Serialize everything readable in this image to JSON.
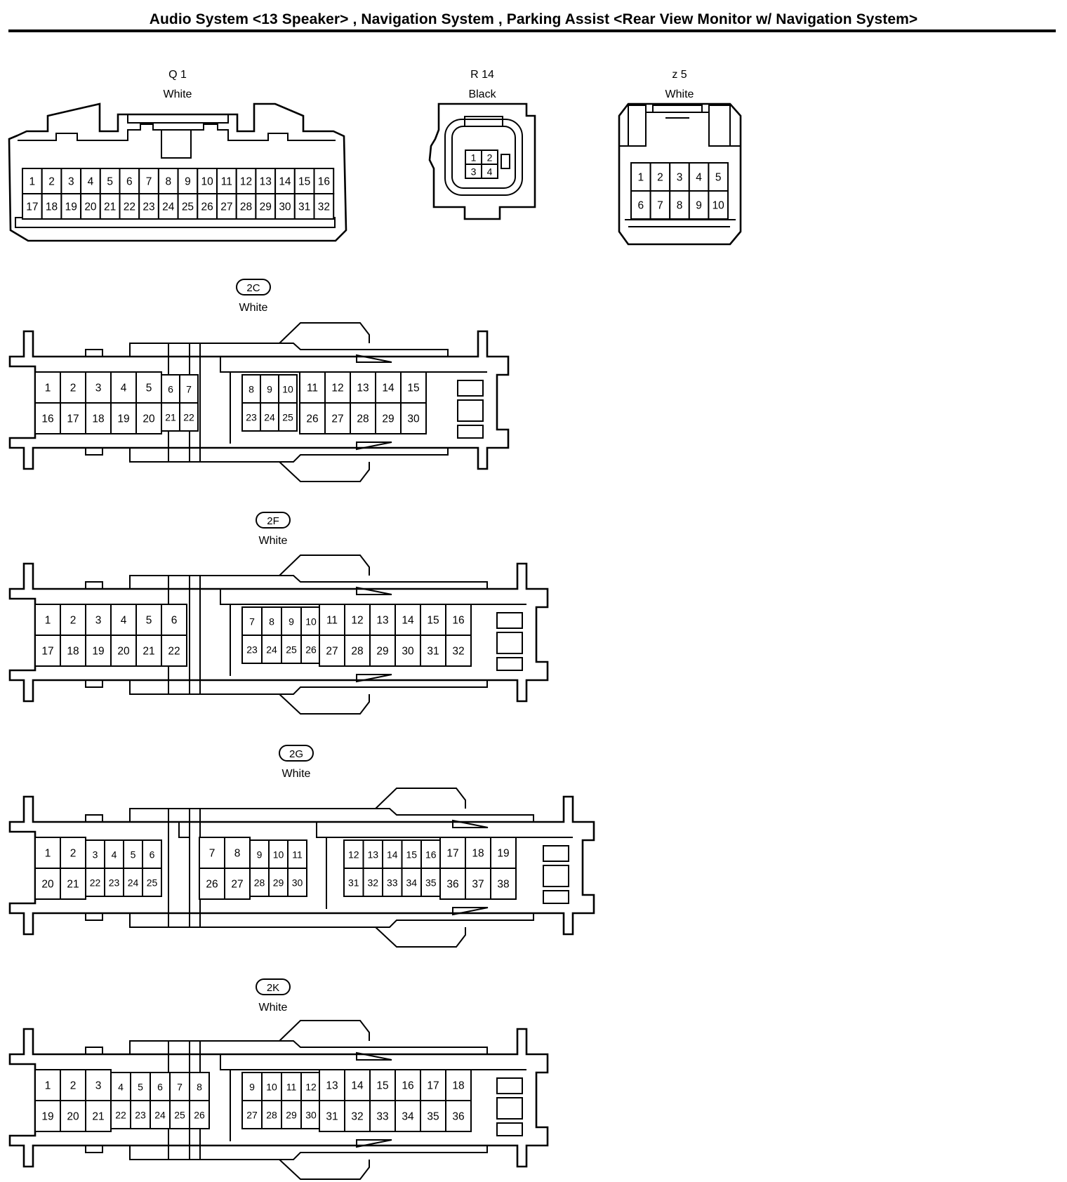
{
  "title": "Audio System <13 Speaker> , Navigation System , Parking Assist <Rear View Monitor w/ Navigation System>",
  "connectors": {
    "q1": {
      "code": "Q 1",
      "color": "White"
    },
    "r14": {
      "code": "R 14",
      "color": "Black"
    },
    "z5": {
      "code": "z 5",
      "color": "White"
    },
    "c2c": {
      "code": "2C",
      "color": "White"
    },
    "c2f": {
      "code": "2F",
      "color": "White"
    },
    "c2g": {
      "code": "2G",
      "color": "White"
    },
    "c2k": {
      "code": "2K",
      "color": "White"
    }
  }
}
